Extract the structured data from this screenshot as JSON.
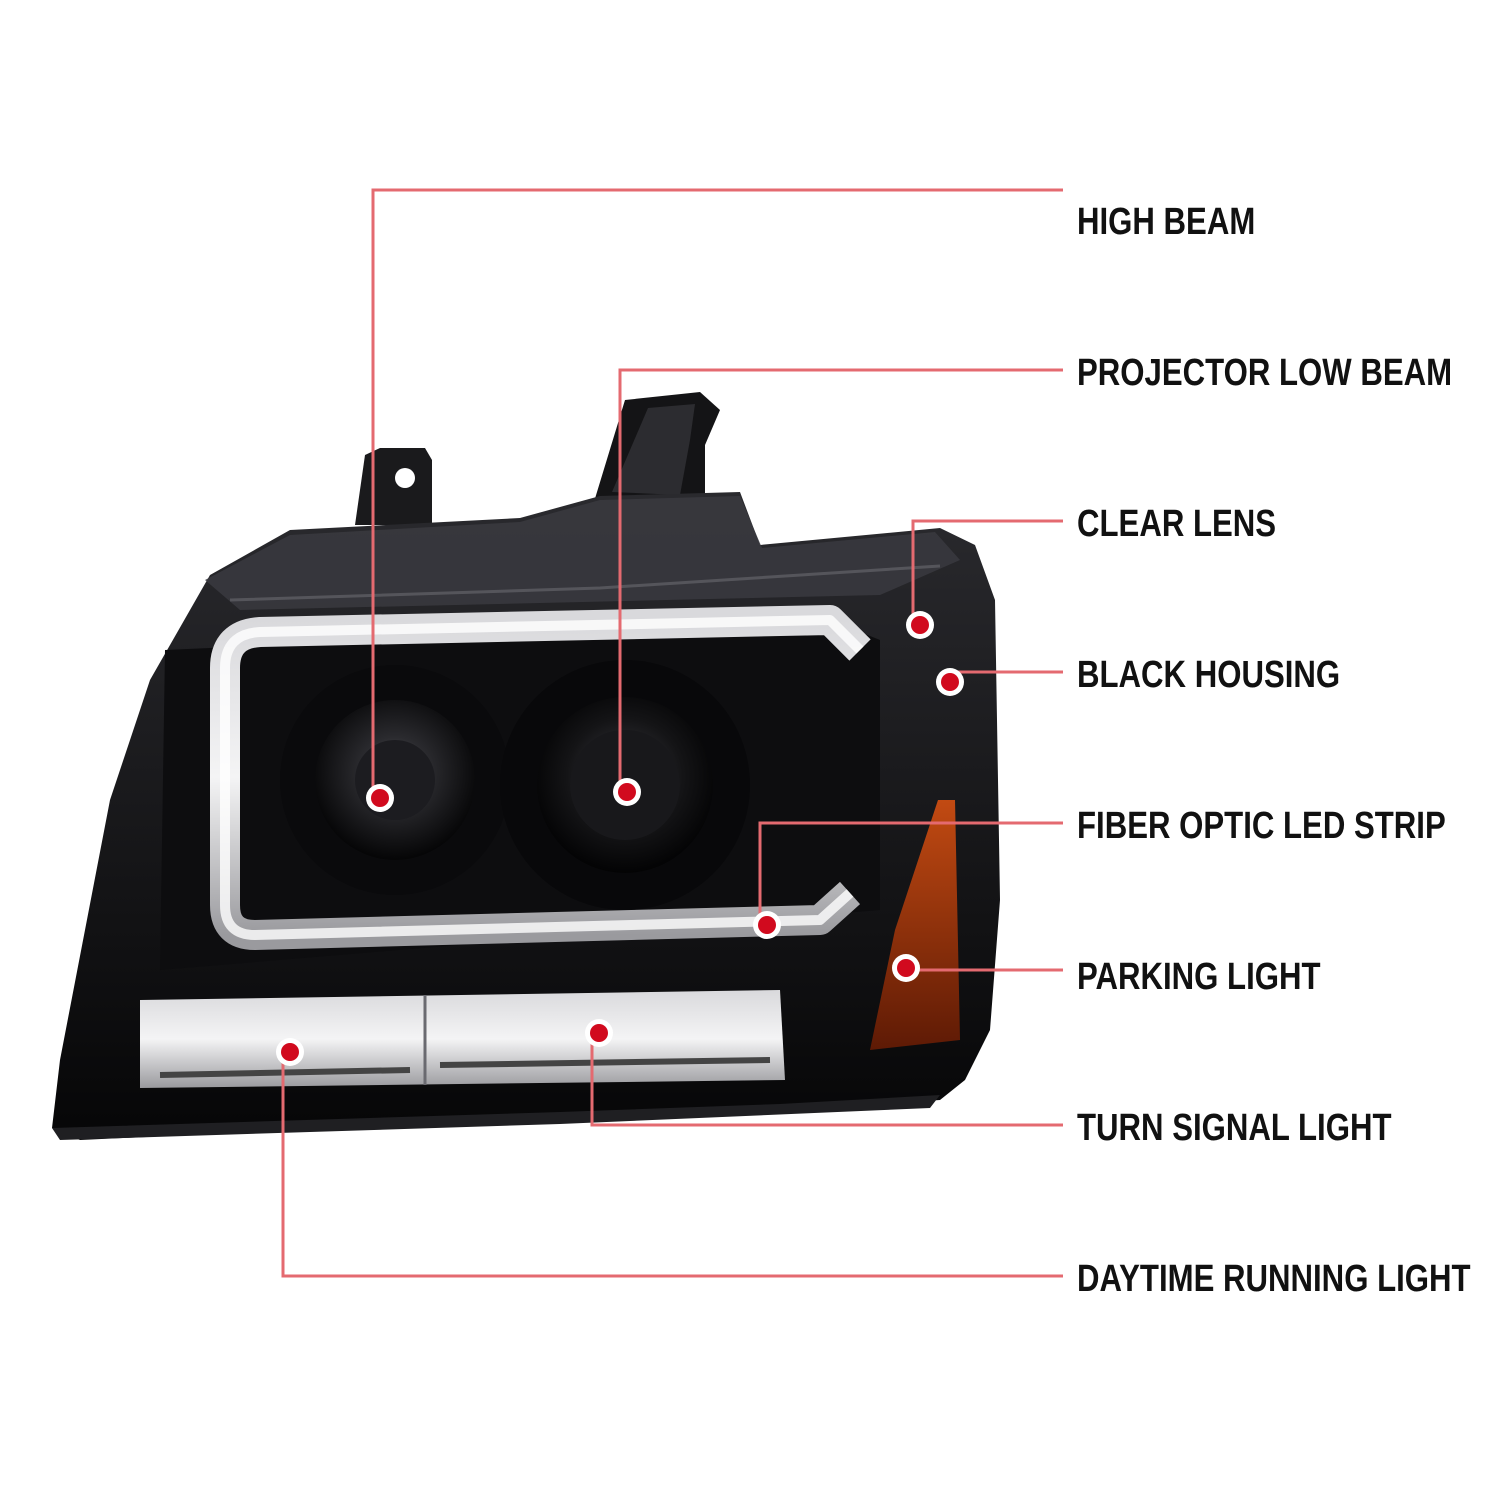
{
  "colors": {
    "leader_line": "#e46a70",
    "marker_fill": "#d10a1e",
    "housing": "#0b0b0d",
    "amber": "#8a2a08",
    "led_strip": "#e8e8ea",
    "background": "#ffffff"
  },
  "callouts": [
    {
      "id": "high-beam",
      "label": "HIGH BEAM"
    },
    {
      "id": "projector-low-beam",
      "label": "PROJECTOR LOW BEAM"
    },
    {
      "id": "clear-lens",
      "label": "CLEAR LENS"
    },
    {
      "id": "black-housing",
      "label": "BLACK HOUSING"
    },
    {
      "id": "fiber-optic-led-strip",
      "label": "FIBER OPTIC LED STRIP"
    },
    {
      "id": "parking-light",
      "label": "PARKING LIGHT"
    },
    {
      "id": "turn-signal-light",
      "label": "TURN SIGNAL LIGHT"
    },
    {
      "id": "daytime-running-light",
      "label": "DAYTIME RUNNING LIGHT"
    }
  ]
}
